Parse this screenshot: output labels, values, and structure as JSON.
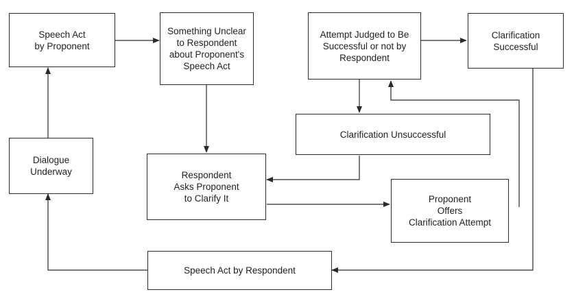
{
  "nodes": {
    "speech_act_proponent": {
      "label": "Speech Act\nby Proponent"
    },
    "something_unclear": {
      "label": "Something Unclear\nto Respondent\nabout Proponent's\nSpeech Act"
    },
    "attempt_judged": {
      "label": "Attempt Judged to Be\nSuccessful or not by\nRespondent"
    },
    "clarification_successful": {
      "label": "Clarification\nSuccessful"
    },
    "clarification_unsuccessful": {
      "label": "Clarification Unsuccessful"
    },
    "dialogue_underway": {
      "label": "Dialogue\nUnderway"
    },
    "respondent_asks": {
      "label": "Respondent\nAsks Proponent\nto Clarify It"
    },
    "proponent_offers": {
      "label": "Proponent\nOffers\nClarification Attempt"
    },
    "speech_act_respondent": {
      "label": "Speech Act by Respondent"
    }
  },
  "colors": {
    "line": "#2a2a2a",
    "text": "#222222",
    "background": "#ffffff"
  }
}
